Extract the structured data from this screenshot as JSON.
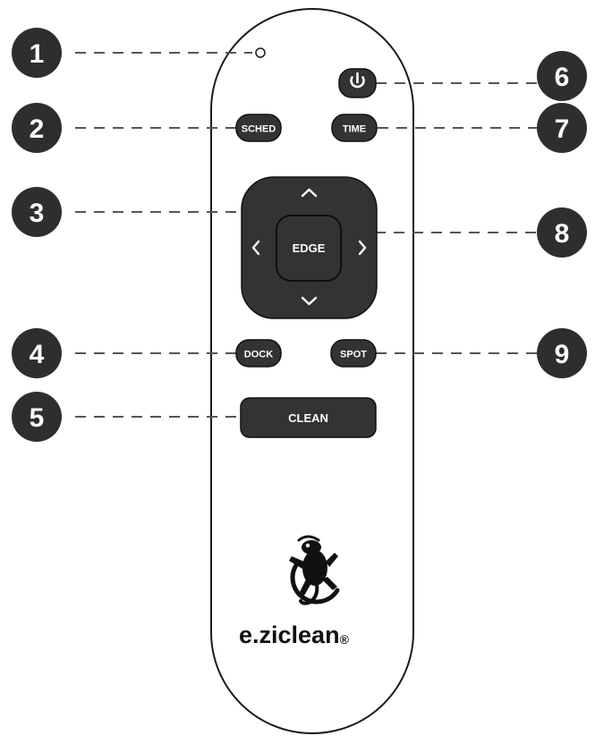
{
  "diagram": {
    "callouts": [
      "1",
      "2",
      "3",
      "4",
      "5",
      "6",
      "7",
      "8",
      "9"
    ],
    "buttons": {
      "sched": "SCHED",
      "time": "TIME",
      "edge": "EDGE",
      "dock": "DOCK",
      "spot": "SPOT",
      "clean": "CLEAN"
    },
    "brand": {
      "name": "e.ziclean",
      "mark": "®"
    }
  },
  "icons": {
    "power": "power-icon",
    "up": "chevron-up-icon",
    "down": "chevron-down-icon",
    "left": "chevron-left-icon",
    "right": "chevron-right-icon",
    "indicator": "led-indicator-icon",
    "logo": "gecko-logo-icon"
  },
  "colors": {
    "button": "#333333",
    "callout": "#2e2e2e",
    "outline": "#1a1a1a",
    "leader": "#555555"
  }
}
